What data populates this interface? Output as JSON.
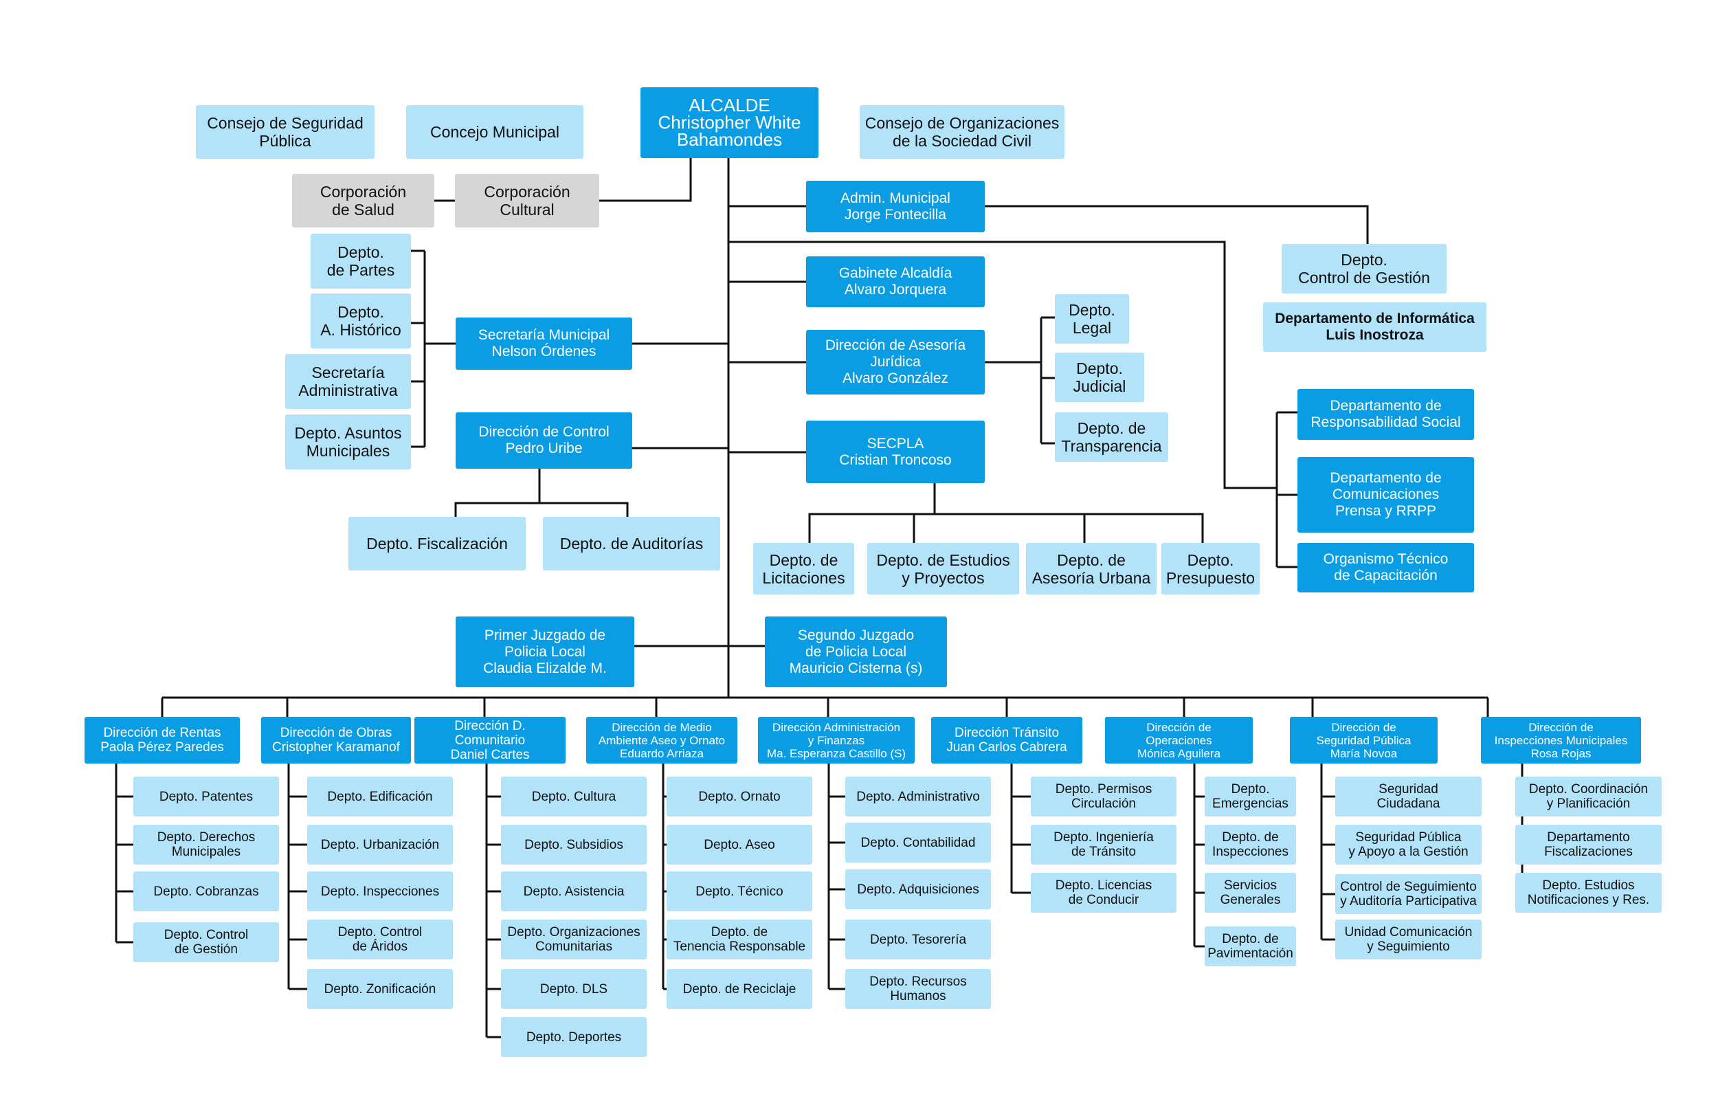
{
  "colors": {
    "primary_box": "#0a9de3",
    "secondary_box": "#b3e3f9",
    "corporation_box": "#d6d6d6",
    "connector": "#111111"
  },
  "nodes": {
    "alcalde": "ALCALDE\nChristopher White\nBahamondes",
    "consejo_seguridad": "Consejo de Seguridad\nPública",
    "concejo_municipal": "Concejo Municipal",
    "consejo_organizaciones": "Consejo de Organizaciones\nde la Sociedad Civil",
    "corp_salud": "Corporación\nde Salud",
    "corp_cultural": "Corporación\nCultural",
    "admin_municipal": "Admin. Municipal\nJorge Fontecilla",
    "control_gestion": "Depto.\nControl de Gestión",
    "informatica": "Departamento de Informática\nLuis Inostroza",
    "gabinete": "Gabinete Alcaldía\nAlvaro Jorquera",
    "asesoria_juridica": "Dirección de Asesoría\nJurídica\nAlvaro González",
    "legal": "Depto.\nLegal",
    "judicial": "Depto.\nJudicial",
    "transparencia": "Depto. de\nTransparencia",
    "depto_partes": "Depto.\nde Partes",
    "depto_historico": "Depto.\nA. Histórico",
    "secretaria_administrativa": "Secretaría\nAdministrativa",
    "asuntos_municipales": "Depto. Asuntos\nMunicipales",
    "secretaria_municipal": "Secretaría Municipal\nNelson Órdenes",
    "direccion_control": "Dirección de Control\nPedro Uribe",
    "fiscalizacion": "Depto. Fiscalización",
    "auditorias": "Depto. de Auditorías",
    "secpla": "SECPLA\nCristian Troncoso",
    "licitaciones": "Depto. de\nLicitaciones",
    "estudios_proyectos": "Depto. de Estudios\ny Proyectos",
    "asesoria_urbana": "Depto. de\nAsesoría Urbana",
    "presupuesto": "Depto.\nPresupuesto",
    "responsabilidad_social": "Departamento de\nResponsabilidad Social",
    "comunicaciones": "Departamento de\nComunicaciones\nPrensa y RRPP",
    "organismo_tecnico": "Organismo Técnico\nde Capacitación",
    "primer_juzgado": "Primer Juzgado de\nPolicia Local\nClaudia Elizalde M.",
    "segundo_juzgado": "Segundo Juzgado\nde Policia Local\nMauricio Cisterna (s)"
  },
  "directions": [
    {
      "title": "Dirección de Rentas\nPaola Pérez Paredes",
      "depts": [
        "Depto. Patentes",
        "Depto. Derechos\nMunicipales",
        "Depto. Cobranzas",
        "Depto. Control\nde Gestión"
      ]
    },
    {
      "title": "Dirección de Obras\nCristopher Karamanof",
      "depts": [
        "Depto. Edificación",
        "Depto. Urbanización",
        "Depto. Inspecciones",
        "Depto. Control\nde Áridos",
        "Depto. Zonificación"
      ]
    },
    {
      "title": "Dirección D. Comunitario\nDaniel Cartes",
      "depts": [
        "Depto. Cultura",
        "Depto. Subsidios",
        "Depto. Asistencia",
        "Depto. Organizaciones\nComunitarias",
        "Depto. DLS",
        "Depto. Deportes"
      ]
    },
    {
      "title": "Dirección de Medio\nAmbiente Aseo y Ornato\nEduardo Arriaza",
      "depts": [
        "Depto. Ornato",
        "Depto. Aseo",
        "Depto. Técnico",
        "Depto. de\nTenencia Responsable",
        "Depto. de Reciclaje"
      ]
    },
    {
      "title": "Dirección Administración\ny Finanzas\nMa. Esperanza Castillo (S)",
      "depts": [
        "Depto. Administrativo",
        "Depto. Contabilidad",
        "Depto. Adquisiciones",
        "Depto. Tesorería",
        "Depto. Recursos\nHumanos"
      ]
    },
    {
      "title": "Dirección Tránsito\nJuan Carlos Cabrera",
      "depts": [
        "Depto. Permisos\nCirculación",
        "Depto. Ingeniería\nde Tránsito",
        "Depto. Licencias\nde Conducir"
      ]
    },
    {
      "title": "Dirección de\nOperaciones\nMónica Aguilera",
      "depts": [
        "Depto.\nEmergencias",
        "Depto. de\nInspecciones",
        "Servicios\nGenerales",
        "Depto. de\nPavimentación"
      ]
    },
    {
      "title": "Dirección de\nSeguridad Pública\nMaría Novoa",
      "depts": [
        "Seguridad\nCiudadana",
        "Seguridad Pública\ny Apoyo a la Gestión",
        "Control de Seguimiento\ny Auditoría Participativa",
        "Unidad Comunicación\ny Seguimiento"
      ]
    },
    {
      "title": "Dirección de\nInspecciones Municipales\nRosa Rojas",
      "depts": [
        "Depto. Coordinación\ny Planificación",
        "Departamento\nFiscalizaciones",
        "Depto. Estudios\nNotificaciones y Res."
      ]
    }
  ]
}
